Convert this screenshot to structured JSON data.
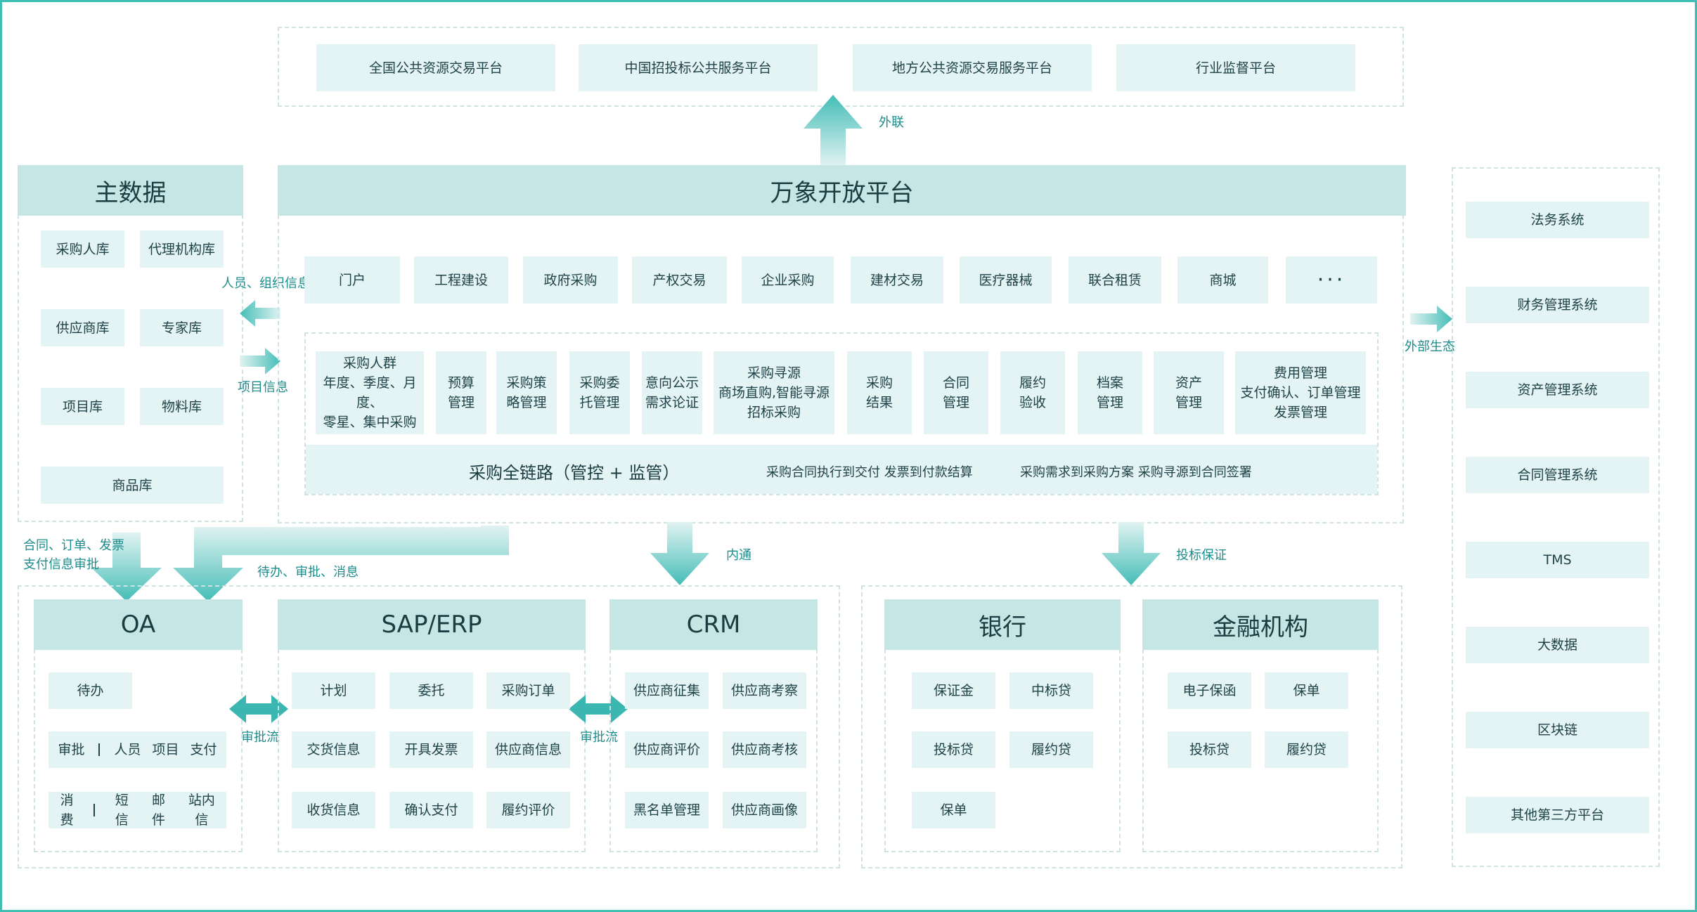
{
  "external_platforms": [
    "全国公共资源交易平台",
    "中国招投标公共服务平台",
    "地方公共资源交易服务平台",
    "行业监督平台"
  ],
  "flows": {
    "external": "外联",
    "people_org": "人员、组织信息",
    "project_info": "项目信息",
    "contract_order": "合同、订单、发票\n支付信息审批",
    "todo_approval": "待办、审批、消息",
    "internal": "内通",
    "bid_guarantee": "投标保证",
    "external_eco": "外部生态",
    "approval_flow_1": "审批流",
    "approval_flow_2": "审批流"
  },
  "master_data": {
    "title": "主数据",
    "items": [
      "采购人库",
      "代理机构库",
      "供应商库",
      "专家库",
      "项目库",
      "物料库",
      "商品库"
    ]
  },
  "open_platform": {
    "title": "万象开放平台",
    "scenarios": [
      "门户",
      "工程建设",
      "政府采购",
      "产权交易",
      "企业采购",
      "建材交易",
      "医疗器械",
      "联合租赁",
      "商城",
      "···"
    ],
    "processes": [
      "采购人群\n年度、季度、月度、\n零星、集中采购",
      "预算\n管理",
      "采购策\n略管理",
      "采购委\n托管理",
      "意向公示\n需求论证",
      "采购寻源\n商场直购,智能寻源\n招标采购",
      "采购\n结果",
      "合同\n管理",
      "履约\n验收",
      "档案\n管理",
      "资产\n管理",
      "费用管理\n支付确认、订单管理\n发票管理"
    ],
    "chain_title": "采购全链路（管控 + 监管）",
    "chain_text_1": "采购合同执行到交付 发票到付款结算",
    "chain_text_2": "采购需求到采购方案 采购寻源到合同签署"
  },
  "oa": {
    "title": "OA",
    "todo": "待办",
    "row2": [
      "审批",
      "人员",
      "项目",
      "支付"
    ],
    "row3": [
      "消费",
      "短信",
      "邮件",
      "站内信"
    ]
  },
  "sap": {
    "title": "SAP/ERP",
    "items": [
      "计划",
      "委托",
      "采购订单",
      "交货信息",
      "开具发票",
      "供应商信息",
      "收货信息",
      "确认支付",
      "履约评价"
    ]
  },
  "crm": {
    "title": "CRM",
    "items": [
      "供应商征集",
      "供应商考察",
      "供应商评价",
      "供应商考核",
      "黑名单管理",
      "供应商画像"
    ]
  },
  "bank": {
    "title": "银行",
    "items": [
      "保证金",
      "中标贷",
      "投标贷",
      "履约贷",
      "保单"
    ]
  },
  "finance": {
    "title": "金融机构",
    "items": [
      "电子保函",
      "保单",
      "投标贷",
      "履约贷"
    ]
  },
  "ecosystem": [
    "法务系统",
    "财务管理系统",
    "资产管理系统",
    "合同管理系统",
    "TMS",
    "大数据",
    "区块链",
    "其他第三方平台"
  ],
  "colors": {
    "frame": "#3fbfb3",
    "header": "#c6e5e5",
    "box": "#e4f3f3",
    "arrow_top": "#4dbfb9",
    "arrow_bottom": "#dff2f1",
    "label": "#1c8c8c"
  }
}
